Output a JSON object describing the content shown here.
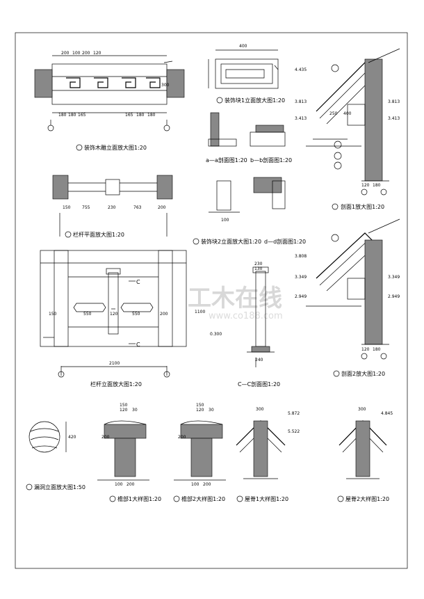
{
  "captions": {
    "c1": "装饰木雕立面放大图1:20",
    "c2": "装饰块1立面放大图1:20",
    "c3": "剖面1放大图1:20",
    "c4": "栏杆平面放大图1:20",
    "c5": "装饰块2立面放大图1:20",
    "c6": "栏杆立面放大图1:20",
    "c7": "剖面2放大图1:20",
    "c8": "漏洞立面放大图1:50",
    "c9": "檐部1大样图1:20",
    "c10": "檐部2大样图1:20",
    "c11": "屋脊1大样图1:20",
    "c12": "屋脊2大样图1:20",
    "sec_aa": "a—a剖面图1:20",
    "sec_bb": "b—b剖面图1:20",
    "sec_cc": "C—C剖面图1:20",
    "sec_dd": "d—d剖面图1:20"
  },
  "dims": {
    "carving_top": [
      "200",
      "100",
      "200",
      "120"
    ],
    "carving_bottom": [
      "180",
      "180",
      "165",
      "165",
      "180",
      "180"
    ],
    "carving_side": "300",
    "railing_plan": [
      "150",
      "755",
      "230",
      "763",
      "200"
    ],
    "railing_elev": [
      "150",
      "550",
      "120",
      "550",
      "200"
    ],
    "railing_total": "2100",
    "railing_h": "1100",
    "elev_level": "0.300",
    "sec1_levels": [
      "4.435",
      "3.813",
      "3.413",
      "3.813",
      "3.413"
    ],
    "sec1_bottom": [
      "120",
      "180"
    ],
    "sec1_mid": [
      "250",
      "400"
    ],
    "sec2_levels": [
      "3.808",
      "3.349",
      "2.949",
      "3.349",
      "2.949"
    ],
    "sec2_bottom": [
      "120",
      "180"
    ],
    "cc_top": [
      "230",
      "130"
    ],
    "cc_bottom": "240",
    "eaves1": [
      "150",
      "120",
      "30",
      "200",
      "100",
      "200"
    ],
    "eaves2": [
      "150",
      "120",
      "30",
      "200",
      "100",
      "200"
    ],
    "ridge1_levels": [
      "5.872",
      "5.522"
    ],
    "ridge2_levels": [
      "4.845"
    ],
    "ridge_w": "300",
    "block1_w": "400",
    "block2_w": "100",
    "hole_h": "420",
    "section_c": "C"
  },
  "watermark": {
    "main": "工木在线",
    "sub": "www.co188.com"
  }
}
